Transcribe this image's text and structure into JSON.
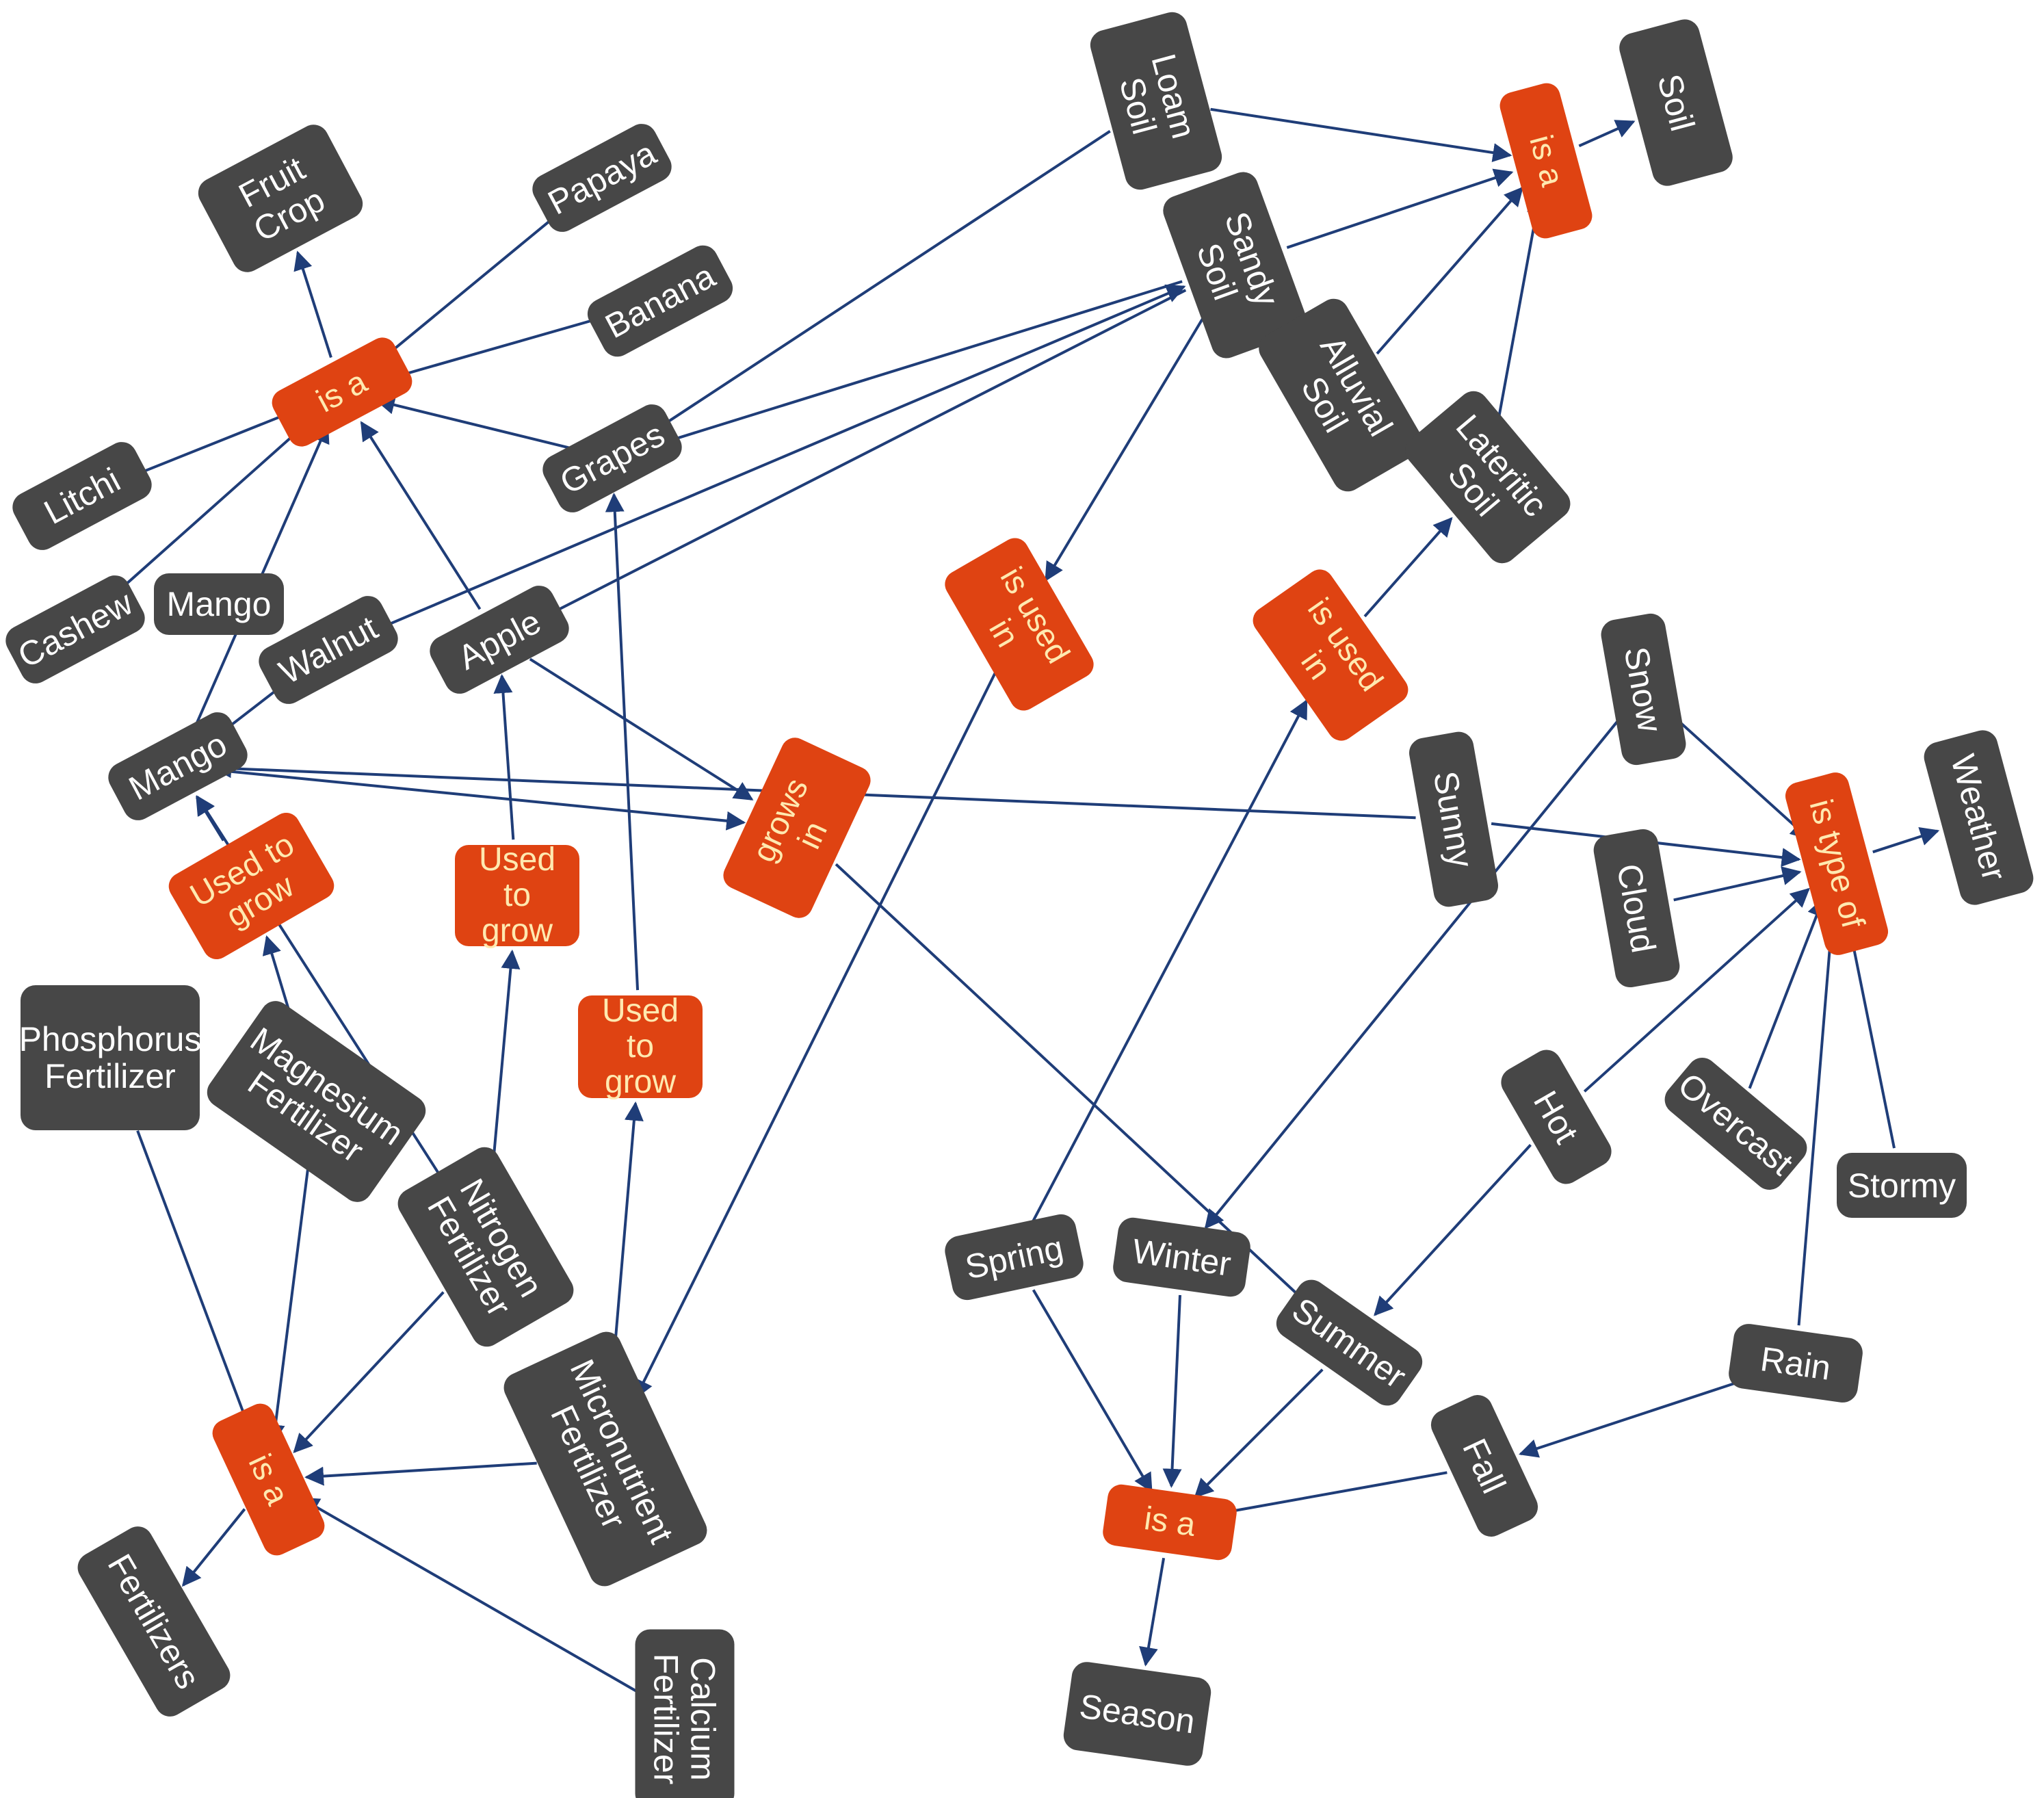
{
  "diagram": {
    "colors": {
      "entity_fill": "#474747",
      "relation_fill": "#df4312",
      "entity_text": "#ffffff",
      "relation_text": "#ffe9b0",
      "edge": "#1f3d78"
    },
    "nodes": {
      "fruit_crop": {
        "label": "Fruit\nCrop",
        "kind": "entity"
      },
      "papaya": {
        "label": "Papaya",
        "kind": "entity"
      },
      "banana": {
        "label": "Banana",
        "kind": "entity"
      },
      "is_a_fruit": {
        "label": "is a",
        "kind": "relation"
      },
      "litchi": {
        "label": "Litchi",
        "kind": "entity"
      },
      "cashew": {
        "label": "Cashew",
        "kind": "entity"
      },
      "mango_top": {
        "label": "Mango",
        "kind": "entity"
      },
      "walnut": {
        "label": "Walnut",
        "kind": "entity"
      },
      "apple": {
        "label": "Apple",
        "kind": "entity"
      },
      "grapes": {
        "label": "Grapes",
        "kind": "entity"
      },
      "mango": {
        "label": "Mango",
        "kind": "entity"
      },
      "loam_soil": {
        "label": "Loam\nSoil",
        "kind": "entity"
      },
      "sandy_soil": {
        "label": "Sandy\nSoil",
        "kind": "entity"
      },
      "alluvial_soil": {
        "label": "Alluvial\nSoil",
        "kind": "entity"
      },
      "lateritic_soil": {
        "label": "Lateritic\nSoil",
        "kind": "entity"
      },
      "is_a_soil": {
        "label": "is a",
        "kind": "relation"
      },
      "soil": {
        "label": "Soil",
        "kind": "entity"
      },
      "is_used_in_1": {
        "label": "is used\nin",
        "kind": "relation"
      },
      "is_used_in_2": {
        "label": "is used\nin",
        "kind": "relation"
      },
      "grows_in": {
        "label": "grows\nin",
        "kind": "relation"
      },
      "used_to_grow_1": {
        "label": "Used to\ngrow",
        "kind": "relation"
      },
      "used_to_grow_2": {
        "label": "Used to\ngrow",
        "kind": "relation"
      },
      "used_to_grow_3": {
        "label": "Used to\ngrow",
        "kind": "relation"
      },
      "snow": {
        "label": "Snow",
        "kind": "entity"
      },
      "sunny": {
        "label": "Sunny",
        "kind": "entity"
      },
      "cloud": {
        "label": "Cloud",
        "kind": "entity"
      },
      "is_type_of": {
        "label": "is type of",
        "kind": "relation"
      },
      "weather": {
        "label": "Weather",
        "kind": "entity"
      },
      "overcast": {
        "label": "Overcast",
        "kind": "entity"
      },
      "stormy": {
        "label": "Stormy",
        "kind": "entity"
      },
      "hot": {
        "label": "Hot",
        "kind": "entity"
      },
      "rain": {
        "label": "Rain",
        "kind": "entity"
      },
      "fall": {
        "label": "Fall",
        "kind": "entity"
      },
      "spring": {
        "label": "Spring",
        "kind": "entity"
      },
      "winter": {
        "label": "Winter",
        "kind": "entity"
      },
      "summer": {
        "label": "Summer",
        "kind": "entity"
      },
      "is_a_season": {
        "label": "is a",
        "kind": "relation"
      },
      "season": {
        "label": "Season",
        "kind": "entity"
      },
      "phosphorus": {
        "label": "Phosphorus\nFertilizer",
        "kind": "entity"
      },
      "magnesium": {
        "label": "Magnesium\nFertilizer",
        "kind": "entity"
      },
      "nitrogen": {
        "label": "Nitrogen\nFertilizer",
        "kind": "entity"
      },
      "micronutrient": {
        "label": "Micronutrient\nFertilizer",
        "kind": "entity"
      },
      "is_a_fert": {
        "label": "is a",
        "kind": "relation"
      },
      "fertilizers": {
        "label": "Fertilizers",
        "kind": "entity"
      },
      "calcium": {
        "label": "Calcium\nFertilizer",
        "kind": "entity"
      }
    },
    "edges": [
      [
        "papaya",
        "is_a_fruit"
      ],
      [
        "banana",
        "is_a_fruit"
      ],
      [
        "litchi",
        "is_a_fruit"
      ],
      [
        "cashew",
        "is_a_fruit"
      ],
      [
        "grapes",
        "is_a_fruit"
      ],
      [
        "apple",
        "is_a_fruit"
      ],
      [
        "mango",
        "is_a_fruit"
      ],
      [
        "is_a_fruit",
        "fruit_crop"
      ],
      [
        "walnut",
        "mango"
      ],
      [
        "sandy_soil",
        "grapes"
      ],
      [
        "sandy_soil",
        "apple"
      ],
      [
        "walnut",
        "sandy_soil"
      ],
      [
        "loam_soil",
        "is_a_soil"
      ],
      [
        "sandy_soil",
        "is_a_soil"
      ],
      [
        "alluvial_soil",
        "is_a_soil"
      ],
      [
        "lateritic_soil",
        "is_a_soil"
      ],
      [
        "is_a_soil",
        "soil"
      ],
      [
        "loam_soil",
        "grapes"
      ],
      [
        "sandy_soil",
        "is_used_in_1"
      ],
      [
        "is_used_in_1",
        "micronutrient"
      ],
      [
        "is_used_in_2",
        "lateritic_soil"
      ],
      [
        "spring",
        "is_used_in_2"
      ],
      [
        "apple",
        "grows_in"
      ],
      [
        "mango",
        "grows_in"
      ],
      [
        "grows_in",
        "summer"
      ],
      [
        "sunny",
        "mango"
      ],
      [
        "sunny",
        "is_type_of"
      ],
      [
        "snow",
        "is_type_of"
      ],
      [
        "cloud",
        "is_type_of"
      ],
      [
        "overcast",
        "is_type_of"
      ],
      [
        "stormy",
        "is_type_of"
      ],
      [
        "rain",
        "is_type_of"
      ],
      [
        "is_type_of",
        "weather"
      ],
      [
        "snow",
        "winter"
      ],
      [
        "hot",
        "summer"
      ],
      [
        "hot",
        "is_type_of"
      ],
      [
        "rain",
        "fall"
      ],
      [
        "spring",
        "is_a_season"
      ],
      [
        "winter",
        "is_a_season"
      ],
      [
        "summer",
        "is_a_season"
      ],
      [
        "fall",
        "is_a_season"
      ],
      [
        "is_a_season",
        "season"
      ],
      [
        "magnesium",
        "used_to_grow_1"
      ],
      [
        "used_to_grow_1",
        "mango"
      ],
      [
        "nitrogen",
        "mango"
      ],
      [
        "nitrogen",
        "used_to_grow_2"
      ],
      [
        "used_to_grow_2",
        "apple"
      ],
      [
        "micronutrient",
        "used_to_grow_3"
      ],
      [
        "used_to_grow_3",
        "grapes"
      ],
      [
        "phosphorus",
        "is_a_fert"
      ],
      [
        "magnesium",
        "is_a_fert"
      ],
      [
        "nitrogen",
        "is_a_fert"
      ],
      [
        "micronutrient",
        "is_a_fert"
      ],
      [
        "calcium",
        "is_a_fert"
      ],
      [
        "is_a_fert",
        "fertilizers"
      ]
    ]
  }
}
